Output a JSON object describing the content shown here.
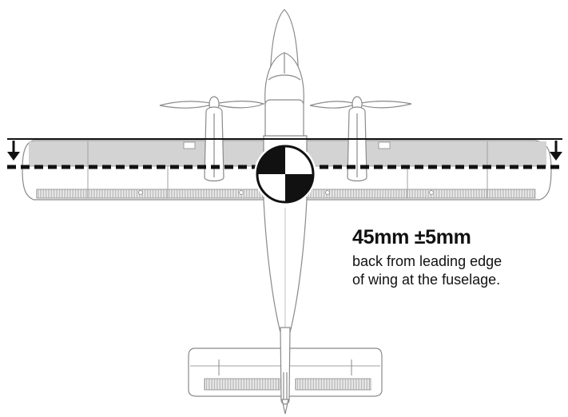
{
  "measurement": {
    "value": "45mm ±5mm",
    "line1": "back from leading edge",
    "line2": "of wing at the fuselage."
  },
  "colors": {
    "outline": "#8a8a8a",
    "wing_band": "#d3d3d3",
    "ink": "#111111",
    "background": "#ffffff"
  },
  "icons": [
    "cg-marker-icon",
    "down-arrow-icon"
  ]
}
